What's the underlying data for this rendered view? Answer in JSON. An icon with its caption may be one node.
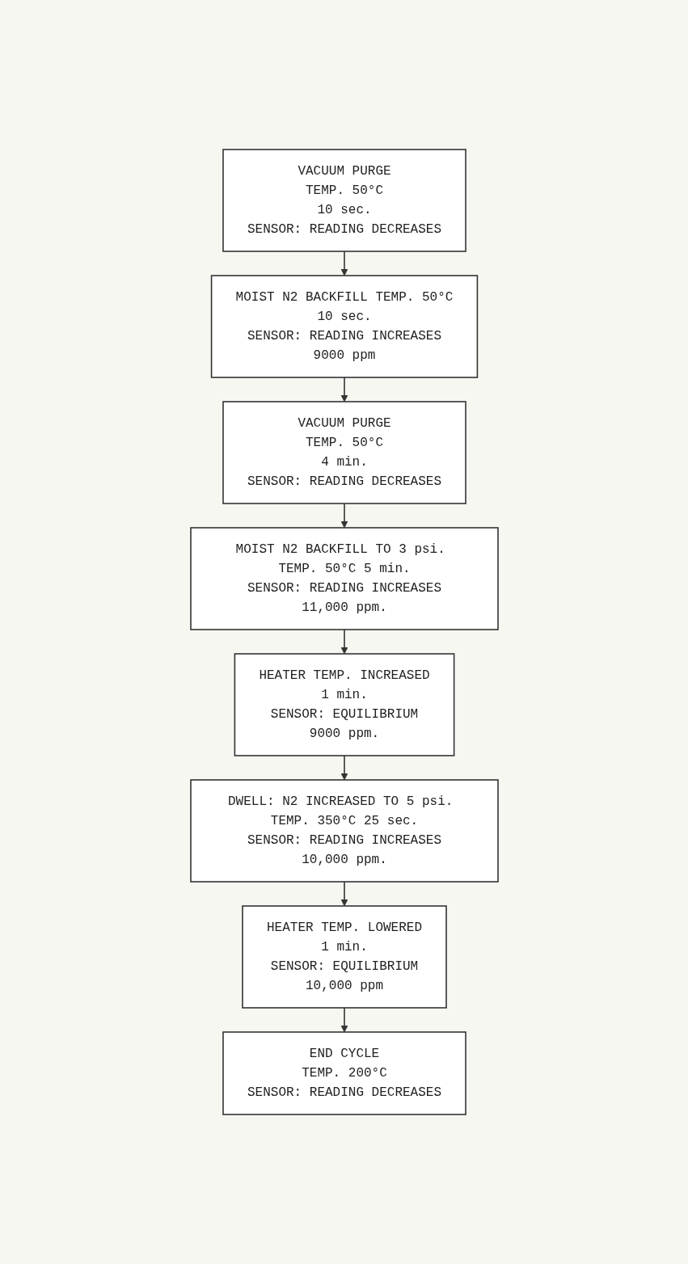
{
  "diagram": {
    "nodes": [
      {
        "text": [
          "VACUUM PURGE",
          "TEMP. 50°C",
          "10 sec.",
          "SENSOR: READING DECREASES"
        ]
      },
      {
        "text": [
          "MOIST N2 BACKFILL TEMP. 50°C",
          "10 sec.",
          "SENSOR: READING INCREASES",
          "9000 ppm"
        ]
      },
      {
        "text": [
          "VACUUM PURGE",
          "TEMP. 50°C",
          "4 min.",
          "SENSOR: READING DECREASES"
        ]
      },
      {
        "text": [
          "MOIST N2 BACKFILL TO 3 psi. TEMP. 50°C 5 min.",
          "SENSOR: READING INCREASES",
          "11,000 ppm."
        ]
      },
      {
        "text": [
          "HEATER TEMP. INCREASED",
          "1 min.",
          "SENSOR: EQUILIBRIUM",
          "9000 ppm."
        ]
      },
      {
        "text": [
          "DWELL: N2 INCREASED TO 5 psi. TEMP. 350°C 25 sec.",
          "SENSOR: READING INCREASES",
          "10,000 ppm."
        ]
      },
      {
        "text": [
          "HEATER TEMP. LOWERED",
          "1 min.",
          "SENSOR: EQUILIBRIUM",
          "10,000 ppm"
        ]
      },
      {
        "text": [
          "END CYCLE",
          "TEMP. 200°C",
          "SENSOR: READING DECREASES"
        ]
      }
    ],
    "edges": [
      {
        "from": 0,
        "to": 1,
        "arrow": "to"
      },
      {
        "from": 1,
        "to": 2,
        "arrow": "to"
      },
      {
        "from": 2,
        "to": 3,
        "arrow": "to"
      },
      {
        "from": 3,
        "to": 4,
        "arrow": "to"
      },
      {
        "from": 4,
        "to": 5,
        "arrow": "to"
      },
      {
        "from": 5,
        "to": 6,
        "arrow": "to"
      },
      {
        "from": 6,
        "to": 7,
        "arrow": "to"
      }
    ]
  }
}
